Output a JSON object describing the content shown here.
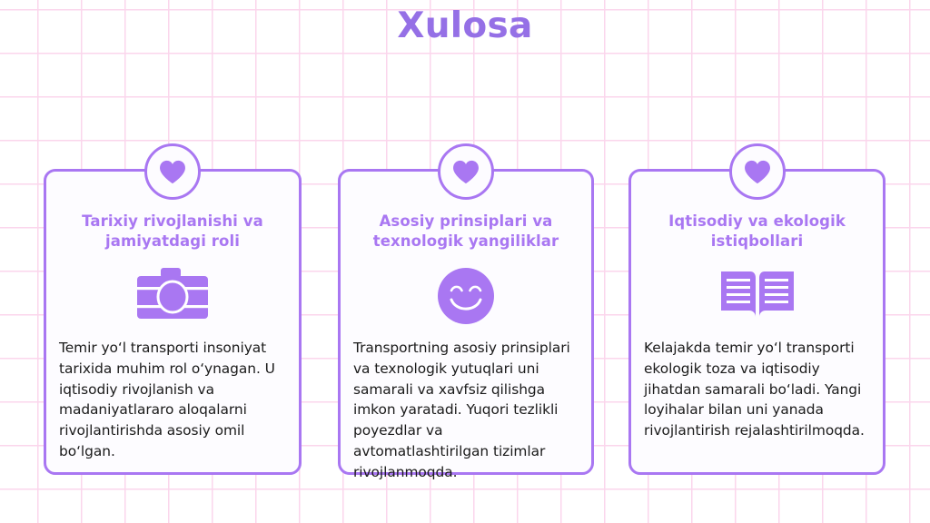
{
  "slide": {
    "title": "Xulosa",
    "title_color": "#9570e6",
    "accent_color": "#a977f2",
    "grid_line_color": "#fbd6ec",
    "background_color": "#ffffff",
    "body_text_color": "#1a1a1a",
    "card_background": "#fdfcff"
  },
  "cards": [
    {
      "badge_icon": "heart-icon",
      "title": "Tarixiy rivojlanishi va jamiyatdagi roli",
      "icon": "camera-icon",
      "body": "Temir yo‘l transporti insoniyat tarixida muhim rol o‘ynagan. U iqtisodiy rivojlanish va madaniyatlararo aloqalarni rivojlantirishda asosiy omil bo‘lgan."
    },
    {
      "badge_icon": "heart-icon",
      "title": "Asosiy prinsiplari va texnologik yangiliklar",
      "icon": "smiley-face-icon",
      "body": "Transportning asosiy prinsiplari va texnologik yutuqlari uni samarali va xavfsiz qilishga imkon yaratadi. Yuqori tezlikli poyezdlar va avtomatlashtirilgan tizimlar rivojlanmoqda."
    },
    {
      "badge_icon": "heart-icon",
      "title": "Iqtisodiy va ekologik istiqbollari",
      "icon": "open-book-icon",
      "body": "Kelajakda temir yo‘l transporti ekologik toza va iqtisodiy jihatdan samarali bo‘ladi. Yangi loyihalar bilan uni yanada rivojlantirish rejalashtirilmoqda."
    }
  ]
}
